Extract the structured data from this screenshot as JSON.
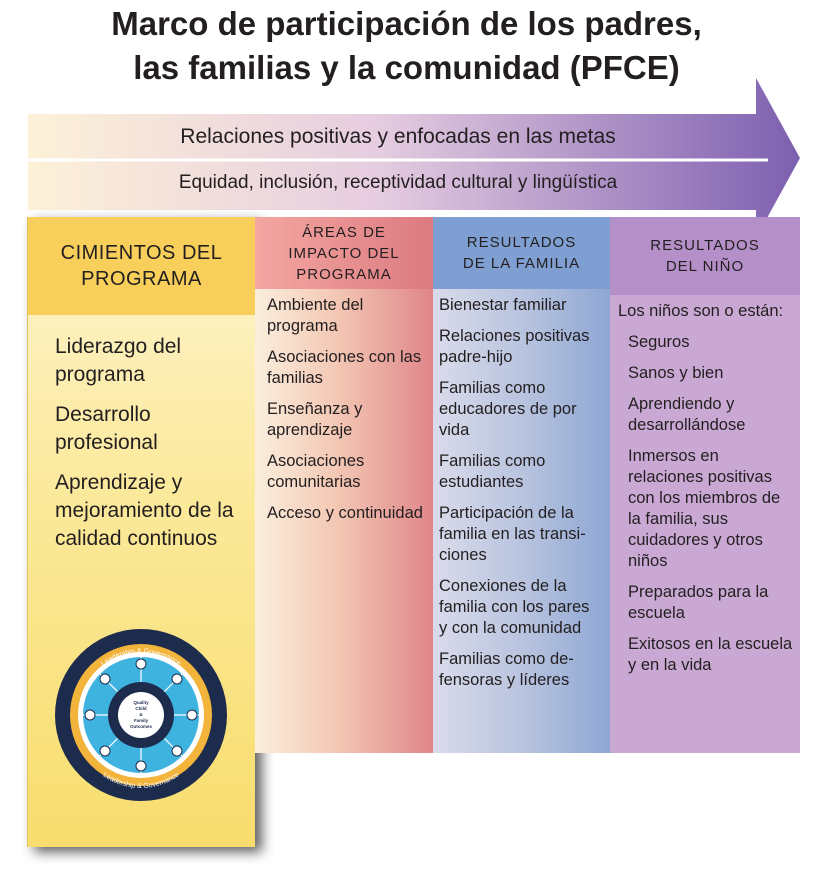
{
  "title_line1": "Marco de participación de los padres,",
  "title_line2": "las familias y la comunidad (PFCE)",
  "bands": {
    "band1": "Relaciones positivas y enfocadas en las metas",
    "band2": "Equidad, inclusión, receptividad cultural y lingüística"
  },
  "foundations": {
    "header": "CIMIENTOS DEL PROGRAMA",
    "items": [
      "Liderazgo del programa",
      "Desarrollo profesional",
      "Aprendizaje y mejoramiento de la calidad continuos"
    ],
    "wheel": {
      "ring_top": "Leadership & Governance",
      "ring_bottom": "Leadership & Governance",
      "center": [
        "Quality",
        "Child",
        "&",
        "Family",
        "Outcomes"
      ]
    }
  },
  "impact_areas": {
    "header": "ÁREAS DE IMPACTO DEL PROGRAMA",
    "items": [
      "Ambiente del programa",
      "Asociaciones con las familias",
      "Enseñanza y aprendizaje",
      "Asociaciones comunitarias",
      "Acceso y continuidad"
    ]
  },
  "family_outcomes": {
    "header": "RESULTADOS DE LA FAMILIA",
    "items": [
      "Bienestar familiar",
      "Relaciones positivas padre-hijo",
      "Familias como educadores de por vida",
      "Familias como estudiantes",
      "Participación de la familia en las transi- ciones",
      "Conexiones de la familia con los pares y con la comunidad",
      "Familias como de- fensoras y líderes"
    ]
  },
  "child_outcomes": {
    "header": "RESULTADOS DEL NIÑO",
    "lead": "Los niños son o están:",
    "items": [
      "Seguros",
      "Sanos y bien",
      "Aprendiendo y desarrollándose",
      "Inmersos en relaciones positivas con los miembros de la familia, sus cuidadores y otros niños",
      "Preparados para la escuela",
      "Exitosos en la escuela y en la vida"
    ]
  },
  "colors": {
    "foundations_header": "#f7cf5a",
    "impact_header": "#dc7b80",
    "family_header": "#7f9fd2",
    "child_header": "#b58fc8",
    "arrow_end": "#7d5fb0"
  }
}
